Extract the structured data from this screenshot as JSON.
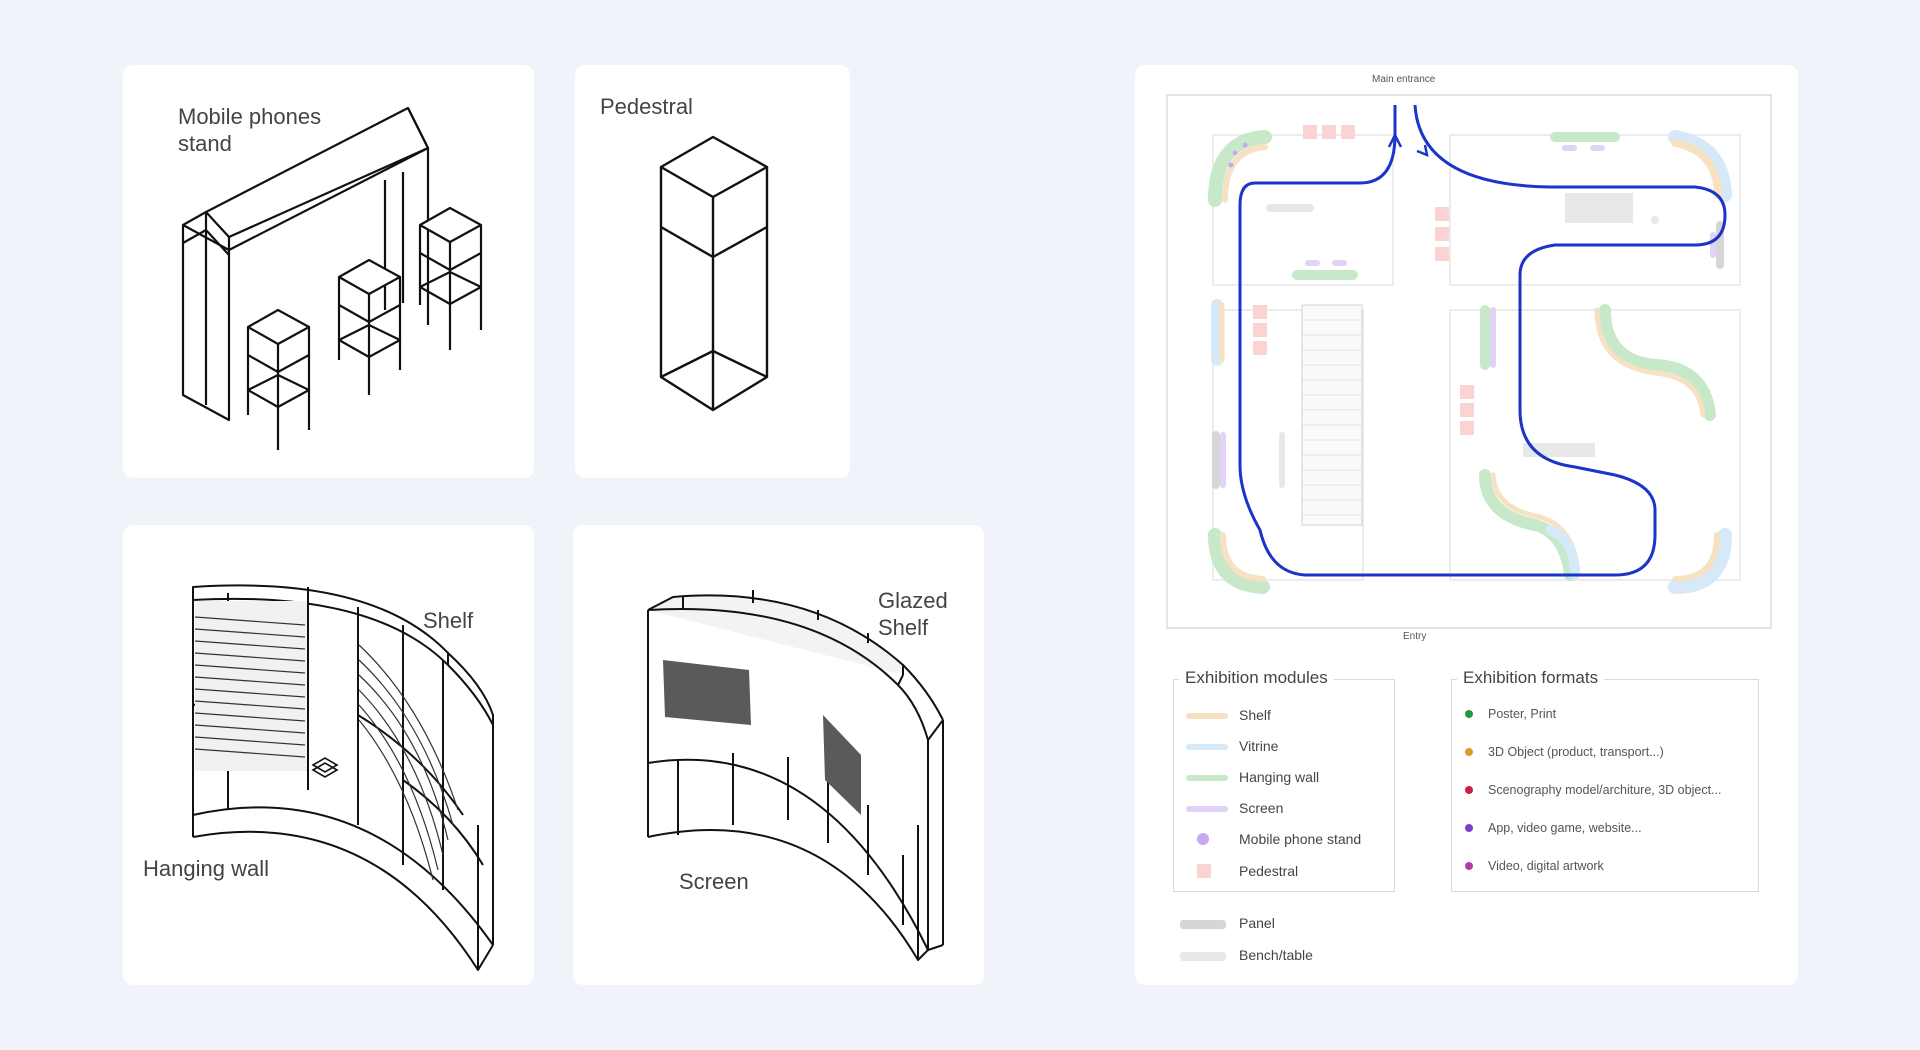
{
  "cards": {
    "mobile_stand": {
      "label_line1": "Mobile phones",
      "label_line2": "stand"
    },
    "pedestral": {
      "label": "Pedestral"
    },
    "hanging_wall": {
      "label_shelf": "Shelf",
      "label_wall": "Hanging wall"
    },
    "screen": {
      "label_glazed_line1": "Glazed",
      "label_glazed_line2": "Shelf",
      "label_screen": "Screen"
    }
  },
  "floorplan": {
    "main_entrance": "Main entrance",
    "entry": "Entry"
  },
  "legend": {
    "modules_title": "Exhibition modules",
    "modules": [
      {
        "label": "Shelf",
        "color": "#f6e2c2"
      },
      {
        "label": "Vitrine",
        "color": "#d6e9f8"
      },
      {
        "label": "Hanging wall",
        "color": "#c7e8c9"
      },
      {
        "label": "Screen",
        "color": "#e1d3f6"
      },
      {
        "label": "Mobile phone stand",
        "color": "#c9a8f2"
      },
      {
        "label": "Pedestral",
        "color": "#fbd3d3"
      }
    ],
    "extras": [
      {
        "label": "Panel",
        "color": "#d6d6d6"
      },
      {
        "label": "Bench/table",
        "color": "#e8e8e8"
      }
    ],
    "formats_title": "Exhibition formats",
    "formats": [
      {
        "label": "Poster, Print",
        "color": "#1f9a3a"
      },
      {
        "label": "3D Object (product, transport...)",
        "color": "#d99a2b"
      },
      {
        "label": "Scenography model/architure, 3D object...",
        "color": "#c8204a"
      },
      {
        "label": "App, video game, website...",
        "color": "#7b3fc4"
      },
      {
        "label": "Video, digital artwork",
        "color": "#b83aa6"
      }
    ]
  }
}
